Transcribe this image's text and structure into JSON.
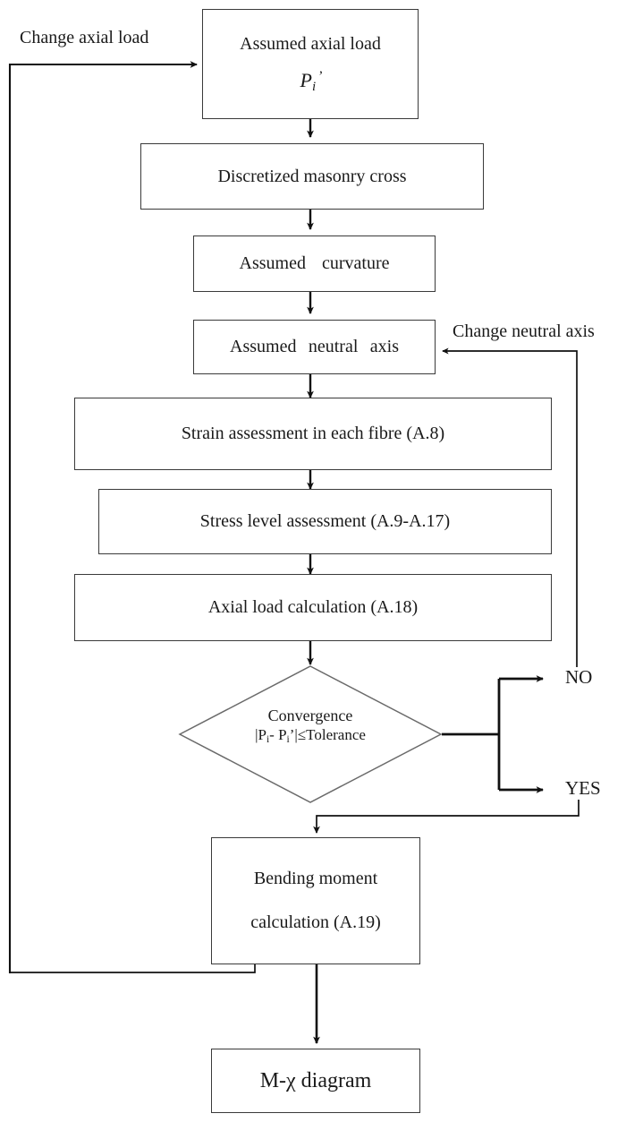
{
  "diagram": {
    "title": "Axial load / curvature iteration flowchart",
    "stroke_color": "#3a3a3a",
    "arrow_color": "#111111",
    "background": "#ffffff"
  },
  "nodes": {
    "assumed_axial_load": {
      "line1": "Assumed axial load",
      "line2_symbol": "P",
      "line2_sub": "i",
      "line2_prime": "’"
    },
    "discretized": {
      "text": "Discretized masonry cross"
    },
    "assumed_curvature": {
      "word1": "Assumed",
      "word2": "curvature"
    },
    "assumed_neutral_axis": {
      "word1": "Assumed",
      "word2": "neutral",
      "word3": "axis"
    },
    "strain_assessment": {
      "text": "Strain assessment in each fibre (A.8)"
    },
    "stress_level": {
      "text": "Stress level assessment (A.9-A.17)"
    },
    "axial_load_calc": {
      "text": "Axial load calculation (A.18)"
    },
    "convergence": {
      "line1": "Convergence",
      "line2_prefix": "|P",
      "line2_sub1": "i",
      "line2_mid": "- P",
      "line2_sub2": "i",
      "line2_suffix": "’|≤Tolerance"
    },
    "bending_moment": {
      "line1": "Bending moment",
      "line2": "calculation (A.19)"
    },
    "m_chi_diagram": {
      "text": "M-χ diagram"
    }
  },
  "edge_labels": {
    "change_axial_load": "Change axial load",
    "change_neutral_axis": "Change neutral axis",
    "no": "NO",
    "yes": "YES"
  }
}
